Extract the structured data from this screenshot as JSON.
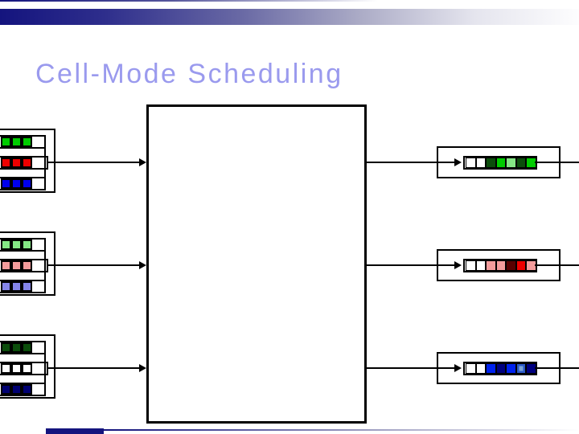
{
  "slide": {
    "title": "Cell-Mode Scheduling",
    "title_color": "#9A9AEE",
    "accent_navy": "#14147E",
    "line_color": "#000000"
  },
  "diagram": {
    "inputs": [
      {
        "port": "input-1",
        "lanes": [
          {
            "color": "#00CC00",
            "cells": 3
          },
          {
            "color": "#EE0000",
            "cells": 3
          },
          {
            "color": "#0000EE",
            "cells": 3
          }
        ]
      },
      {
        "port": "input-2",
        "lanes": [
          {
            "color": "#85E785",
            "cells": 3
          },
          {
            "color": "#F49C9C",
            "cells": 3
          },
          {
            "color": "#8585EA",
            "cells": 3
          }
        ]
      },
      {
        "port": "input-3",
        "lanes": [
          {
            "color": "#0B4D0B",
            "cells": 3
          },
          {
            "color": "#FFFFFF",
            "cells": 3
          },
          {
            "color": "#000072",
            "cells": 3
          }
        ]
      }
    ],
    "outputs": [
      {
        "port": "output-1",
        "cells": [
          "#FFFFFF",
          "#FFFFFF",
          "#0B4D0B",
          "#00CC00",
          "#85E785",
          "#0B4D0B",
          "#00CC00"
        ]
      },
      {
        "port": "output-2",
        "cells": [
          "#FFFFFF",
          "#FFFFFF",
          "#F49C9C",
          "#F49C9C",
          "#590000",
          "#EE0000",
          "#F49C9C"
        ]
      },
      {
        "port": "output-3",
        "cells": [
          "#FFFFFF",
          "#FFFFFF",
          "#0022EE",
          "#000080",
          "#0022EE",
          {
            "color": "#2B59C8",
            "inner": "#7EA6D8"
          },
          "#000080"
        ]
      }
    ]
  }
}
